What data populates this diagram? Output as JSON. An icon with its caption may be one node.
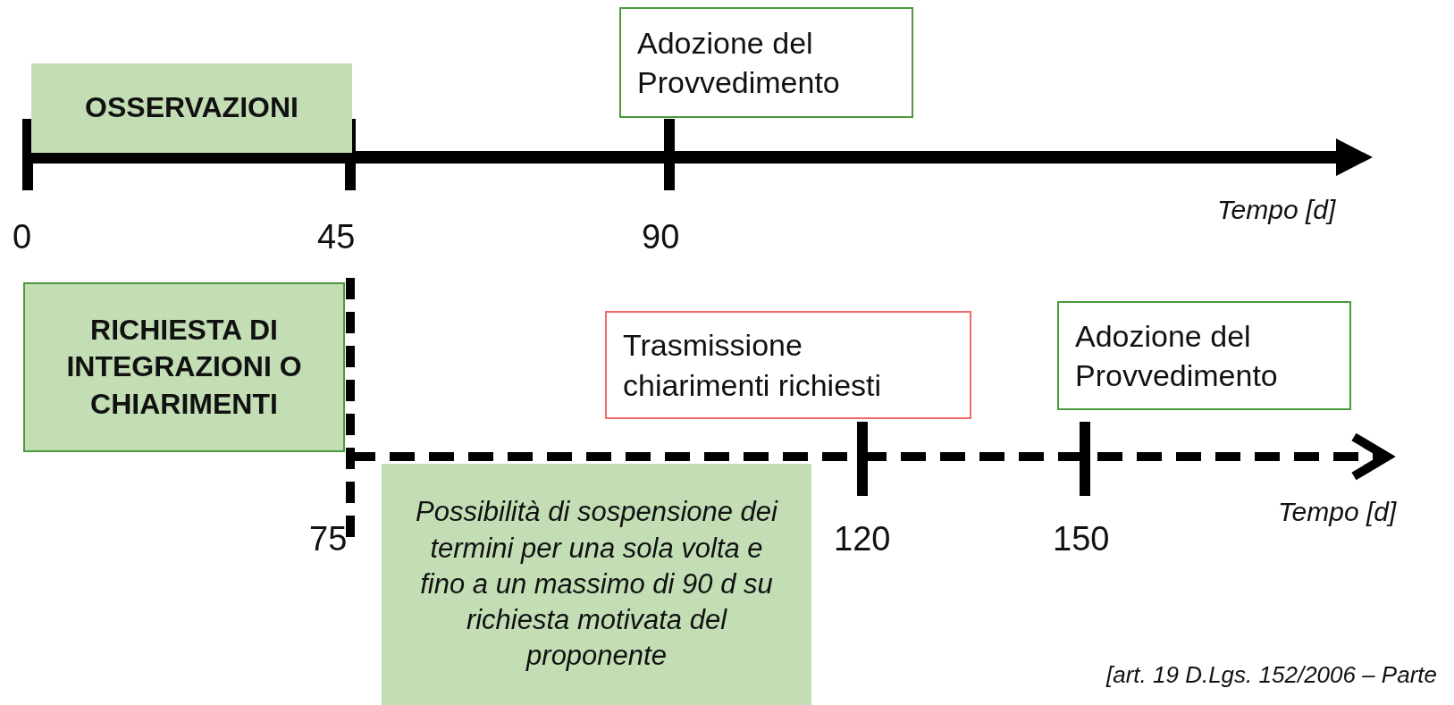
{
  "diagram": {
    "nodes": [
      {
        "text": [
          "OSSERVAZIONI"
        ]
      },
      {
        "text": [
          "Adozione del Provvedimento"
        ]
      },
      {
        "text": [
          "RICHIESTA DI INTEGRAZIONI O CHIARIMENTI"
        ]
      },
      {
        "text": [
          "Trasmissione chiarimenti richiesti"
        ]
      },
      {
        "text": [
          "Adozione del Provvedimento"
        ]
      },
      {
        "text": [
          "Possibilità di sospensione dei termini per una sola volta e fino a un massimo di 90 d su richiesta motivata del proponente"
        ]
      }
    ],
    "labels": [
      "0",
      "45",
      "90",
      "Tempo [d]",
      "75",
      "120",
      "150",
      "Tempo [d]",
      "[art. 19 D.Lgs. 152/2006 – Parte"
    ]
  }
}
